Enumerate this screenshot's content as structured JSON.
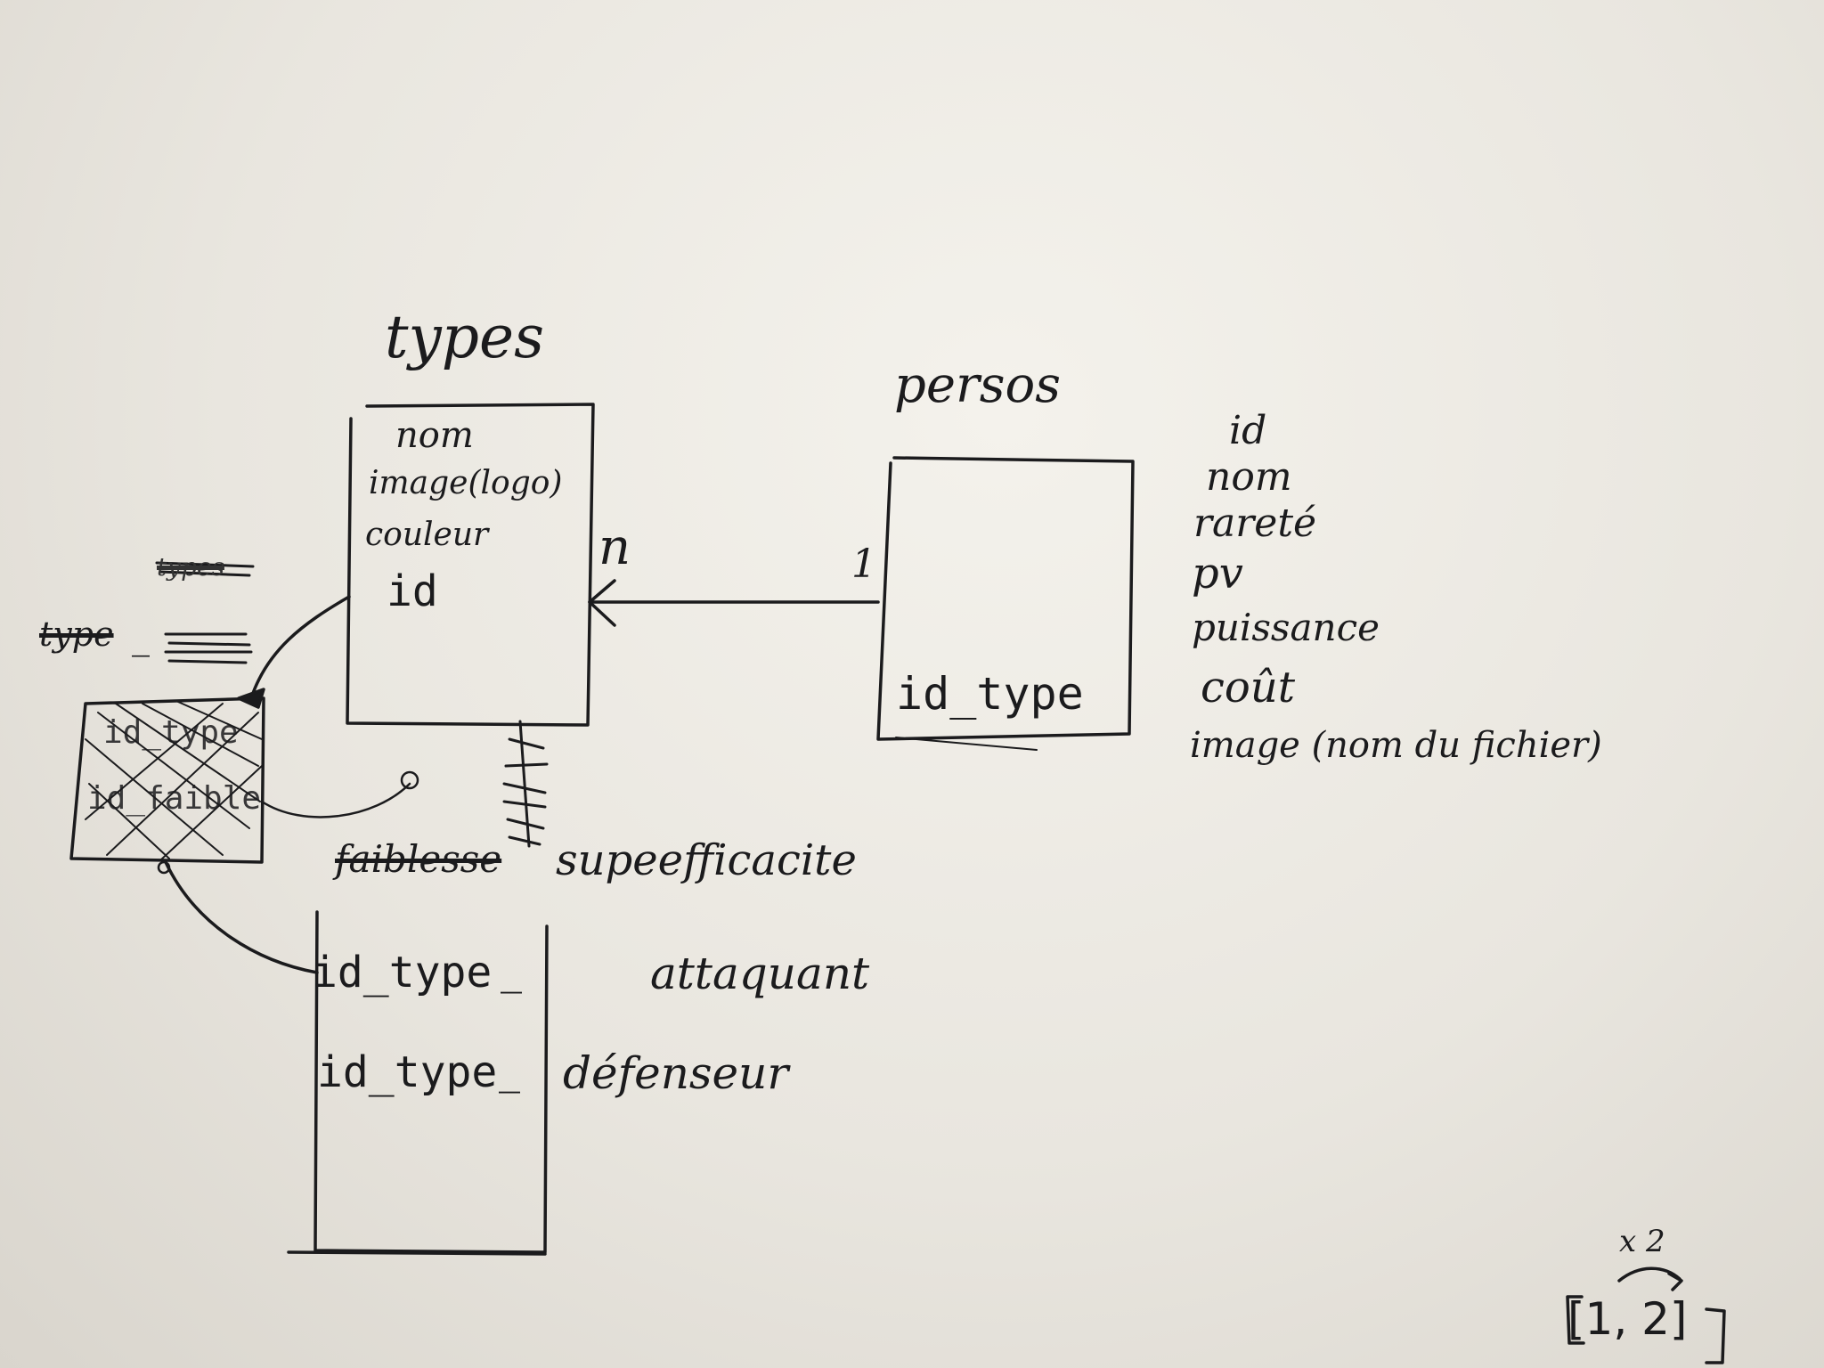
{
  "tables": {
    "types": {
      "title": "types",
      "fields": [
        "nom",
        "image(logo)",
        "couleur",
        "id"
      ]
    },
    "persos": {
      "title": "persos",
      "fields": [
        "id_type"
      ]
    },
    "superefficacite": {
      "title_struck": "faiblesse",
      "title": "supeefficacite",
      "fields": [
        {
          "name": "id_type",
          "sep": "_",
          "role": "attaquant"
        },
        {
          "name": "id_type",
          "sep": "_",
          "role": "défenseur"
        }
      ]
    },
    "scratched": {
      "title_struck": "types",
      "prefix": "type",
      "sep": "_",
      "fields": [
        "id_type",
        "id_faible"
      ]
    }
  },
  "relation": {
    "many": "n",
    "one": "1"
  },
  "persos_attributes": [
    "id",
    "nom",
    "rareté",
    "pv",
    "puissance",
    "coût",
    "image (nom du fichier)"
  ],
  "note": {
    "multiplier": "x 2",
    "list": "[1, 2]"
  }
}
